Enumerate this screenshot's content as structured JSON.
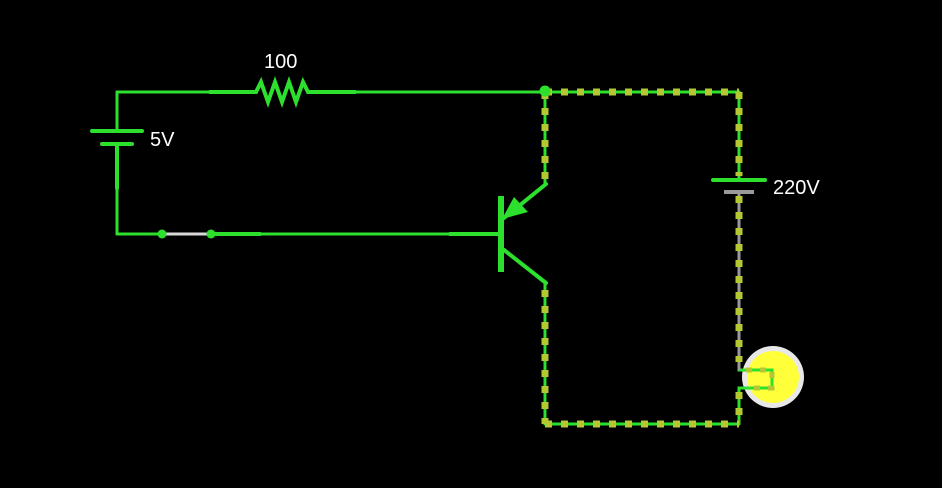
{
  "circuit": {
    "resistor_label": "100",
    "source_battery_label": "5V",
    "load_battery_label": "220V",
    "lamp_state": "on",
    "switch_state": "closed"
  },
  "colors": {
    "wire": "#2ee02e",
    "current_dots": "#b5c832",
    "lamp_glow": "#ffff3a",
    "lamp_halo": "#e8e8e8",
    "switch_contact": "#d8d8d8",
    "background": "#000000"
  },
  "icons": {
    "resistor": "resistor-icon",
    "battery": "battery-icon",
    "transistor": "npn-transistor-icon",
    "lamp": "lamp-icon",
    "switch": "switch-icon"
  }
}
